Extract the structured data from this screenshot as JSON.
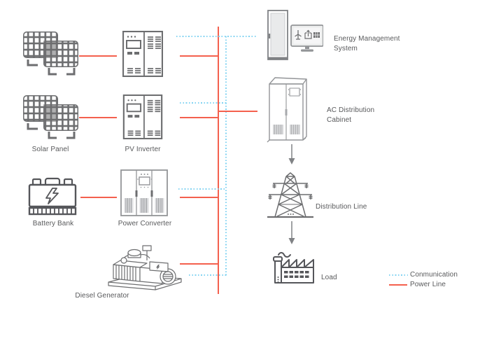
{
  "diagram": {
    "nodes": {
      "solar_panel": {
        "label": "Solar Panel"
      },
      "pv_inverter": {
        "label": "PV Inverter"
      },
      "battery_bank": {
        "label": "Battery Bank"
      },
      "power_converter": {
        "label": "Power Converter"
      },
      "diesel_generator": {
        "label": "Diesel Generator"
      },
      "energy_management_system": {
        "label": "Energy Management System"
      },
      "ac_distribution_cabinet": {
        "label": "AC Distribution Cabinet"
      },
      "distribution_line": {
        "label": "Distribution Line"
      },
      "load": {
        "label": "Load"
      }
    },
    "connections": [
      {
        "from": "solar_panel_1",
        "to": "pv_inverter_1",
        "type": "power"
      },
      {
        "from": "solar_panel_2",
        "to": "pv_inverter_2",
        "type": "power"
      },
      {
        "from": "pv_inverter_1",
        "to": "power_bus",
        "type": "power"
      },
      {
        "from": "pv_inverter_2",
        "to": "power_bus",
        "type": "power"
      },
      {
        "from": "pv_inverter_1",
        "to": "energy_management_system",
        "type": "communication"
      },
      {
        "from": "pv_inverter_2",
        "to": "communication_bus",
        "type": "communication"
      },
      {
        "from": "battery_bank",
        "to": "power_converter",
        "type": "power"
      },
      {
        "from": "power_converter",
        "to": "power_bus",
        "type": "power"
      },
      {
        "from": "power_converter",
        "to": "communication_bus",
        "type": "communication"
      },
      {
        "from": "diesel_generator",
        "to": "power_bus",
        "type": "power"
      },
      {
        "from": "diesel_generator",
        "to": "communication_bus",
        "type": "communication"
      },
      {
        "from": "power_bus",
        "to": "ac_distribution_cabinet",
        "type": "power"
      },
      {
        "from": "ac_distribution_cabinet",
        "to": "distribution_line",
        "type": "arrow"
      },
      {
        "from": "distribution_line",
        "to": "load",
        "type": "arrow"
      }
    ]
  },
  "legend": {
    "items": [
      {
        "id": "communication",
        "label": "Conmunication",
        "style": "dotted",
        "color": "#82d3f2"
      },
      {
        "id": "power",
        "label": "Power Line",
        "style": "solid",
        "color": "#f4604e"
      }
    ]
  },
  "colors": {
    "communication_line": "#82d3f2",
    "power_line": "#f4604e",
    "icon_dark": "#6d6e70",
    "icon_light": "#939598",
    "text": "#58595b",
    "arrow": "#808285"
  }
}
